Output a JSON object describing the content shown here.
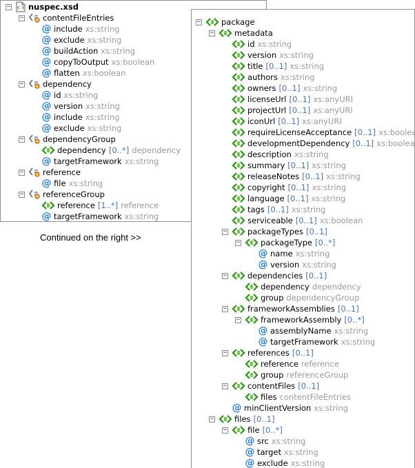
{
  "continued_text": "Continued on the right >>",
  "left_tree": [
    {
      "name": "nuspec.xsd",
      "kind": "file",
      "toggle": "-",
      "depth": 0,
      "bold": true
    },
    {
      "name": "contentFileEntries",
      "kind": "complextype",
      "toggle": "-",
      "depth": 1
    },
    {
      "name": "include",
      "type": "xs:string",
      "kind": "attribute",
      "depth": 2
    },
    {
      "name": "exclude",
      "type": "xs:string",
      "kind": "attribute",
      "depth": 2
    },
    {
      "name": "buildAction",
      "type": "xs:string",
      "kind": "attribute",
      "depth": 2
    },
    {
      "name": "copyToOutput",
      "type": "xs:boolean",
      "kind": "attribute",
      "depth": 2
    },
    {
      "name": "flatten",
      "type": "xs:boolean",
      "kind": "attribute",
      "depth": 2
    },
    {
      "name": "dependency",
      "kind": "complextype",
      "toggle": "-",
      "depth": 1
    },
    {
      "name": "id",
      "type": "xs:string",
      "kind": "attribute",
      "depth": 2
    },
    {
      "name": "version",
      "type": "xs:string",
      "kind": "attribute",
      "depth": 2
    },
    {
      "name": "include",
      "type": "xs:string",
      "kind": "attribute",
      "depth": 2
    },
    {
      "name": "exclude",
      "type": "xs:string",
      "kind": "attribute",
      "depth": 2
    },
    {
      "name": "dependencyGroup",
      "kind": "complextype",
      "toggle": "-",
      "depth": 1
    },
    {
      "name": "dependency",
      "card": "[0..*]",
      "type": "dependency",
      "kind": "element",
      "depth": 2
    },
    {
      "name": "targetFramework",
      "type": "xs:string",
      "kind": "attribute",
      "depth": 2
    },
    {
      "name": "reference",
      "kind": "complextype",
      "toggle": "-",
      "depth": 1
    },
    {
      "name": "file",
      "type": "xs:string",
      "kind": "attribute",
      "depth": 2
    },
    {
      "name": "referenceGroup",
      "kind": "complextype",
      "toggle": "-",
      "depth": 1
    },
    {
      "name": "reference",
      "card": "[1..*]",
      "type": "reference",
      "kind": "element",
      "depth": 2
    },
    {
      "name": "targetFramework",
      "type": "xs:string",
      "kind": "attribute",
      "depth": 2
    }
  ],
  "right_tree": [
    {
      "name": "package",
      "kind": "element",
      "toggle": "-",
      "depth": 0
    },
    {
      "name": "metadata",
      "kind": "element",
      "toggle": "-",
      "depth": 1
    },
    {
      "name": "id",
      "type": "xs:string",
      "kind": "element",
      "depth": 2
    },
    {
      "name": "version",
      "type": "xs:string",
      "kind": "element",
      "depth": 2
    },
    {
      "name": "title",
      "card": "[0..1]",
      "type": "xs:string",
      "kind": "element",
      "depth": 2
    },
    {
      "name": "authors",
      "type": "xs:string",
      "kind": "element",
      "depth": 2
    },
    {
      "name": "owners",
      "card": "[0..1]",
      "type": "xs:string",
      "kind": "element",
      "depth": 2
    },
    {
      "name": "licenseUrl",
      "card": "[0..1]",
      "type": "xs:anyURI",
      "kind": "element",
      "depth": 2
    },
    {
      "name": "projectUrl",
      "card": "[0..1]",
      "type": "xs:anyURI",
      "kind": "element",
      "depth": 2
    },
    {
      "name": "iconUrl",
      "card": "[0..1]",
      "type": "xs:anyURI",
      "kind": "element",
      "depth": 2
    },
    {
      "name": "requireLicenseAcceptance",
      "card": "[0..1]",
      "type": "xs:boolean",
      "kind": "element",
      "depth": 2
    },
    {
      "name": "developmentDependency",
      "card": "[0..1]",
      "type": "xs:boolean",
      "kind": "element",
      "depth": 2
    },
    {
      "name": "description",
      "type": "xs:string",
      "kind": "element",
      "depth": 2
    },
    {
      "name": "summary",
      "card": "[0..1]",
      "type": "xs:string",
      "kind": "element",
      "depth": 2
    },
    {
      "name": "releaseNotes",
      "card": "[0..1]",
      "type": "xs:string",
      "kind": "element",
      "depth": 2
    },
    {
      "name": "copyright",
      "card": "[0..1]",
      "type": "xs:string",
      "kind": "element",
      "depth": 2
    },
    {
      "name": "language",
      "card": "[0..1]",
      "type": "xs:string",
      "kind": "element",
      "depth": 2
    },
    {
      "name": "tags",
      "card": "[0..1]",
      "type": "xs:string",
      "kind": "element",
      "depth": 2
    },
    {
      "name": "serviceable",
      "card": "[0..1]",
      "type": "xs:boolean",
      "kind": "element",
      "depth": 2
    },
    {
      "name": "packageTypes",
      "card": "[0..1]",
      "kind": "element",
      "toggle": "-",
      "depth": 2
    },
    {
      "name": "packageType",
      "card": "[0..*]",
      "kind": "element",
      "toggle": "-",
      "depth": 3
    },
    {
      "name": "name",
      "type": "xs:string",
      "kind": "attribute",
      "depth": 4
    },
    {
      "name": "version",
      "type": "xs:string",
      "kind": "attribute",
      "depth": 4
    },
    {
      "name": "dependencies",
      "card": "[0..1]",
      "kind": "element",
      "toggle": "-",
      "depth": 2
    },
    {
      "name": "dependency",
      "type": "dependency",
      "kind": "element",
      "depth": 3
    },
    {
      "name": "group",
      "type": "dependencyGroup",
      "kind": "element",
      "depth": 3
    },
    {
      "name": "frameworkAssemblies",
      "card": "[0..1]",
      "kind": "element",
      "toggle": "-",
      "depth": 2
    },
    {
      "name": "frameworkAssembly",
      "card": "[0..*]",
      "kind": "element",
      "toggle": "-",
      "depth": 3
    },
    {
      "name": "assemblyName",
      "type": "xs:string",
      "kind": "attribute",
      "depth": 4
    },
    {
      "name": "targetFramework",
      "type": "xs:string",
      "kind": "attribute",
      "depth": 4
    },
    {
      "name": "references",
      "card": "[0..1]",
      "kind": "element",
      "toggle": "-",
      "depth": 2
    },
    {
      "name": "reference",
      "type": "reference",
      "kind": "element",
      "depth": 3
    },
    {
      "name": "group",
      "type": "referenceGroup",
      "kind": "element",
      "depth": 3
    },
    {
      "name": "contentFiles",
      "card": "[0..1]",
      "kind": "element",
      "toggle": "-",
      "depth": 2
    },
    {
      "name": "files",
      "type": "contentFileEntries",
      "kind": "element",
      "depth": 3
    },
    {
      "name": "minClientVersion",
      "type": "xs:string",
      "kind": "attribute",
      "depth": 2
    },
    {
      "name": "files",
      "card": "[0..1]",
      "kind": "element",
      "toggle": "-",
      "depth": 1
    },
    {
      "name": "file",
      "card": "[0..*]",
      "kind": "element",
      "toggle": "-",
      "depth": 2
    },
    {
      "name": "src",
      "type": "xs:string",
      "kind": "attribute",
      "depth": 3
    },
    {
      "name": "target",
      "type": "xs:string",
      "kind": "attribute",
      "depth": 3
    },
    {
      "name": "exclude",
      "type": "xs:string",
      "kind": "attribute",
      "depth": 3
    }
  ],
  "colors": {
    "attribute_icon": "#2d7fd3",
    "element_icon": "#3a9a2a",
    "type_text": "#9a9a9a",
    "cardinality_text": "#4a74b5",
    "complextype_icon": "#d08a1a"
  }
}
